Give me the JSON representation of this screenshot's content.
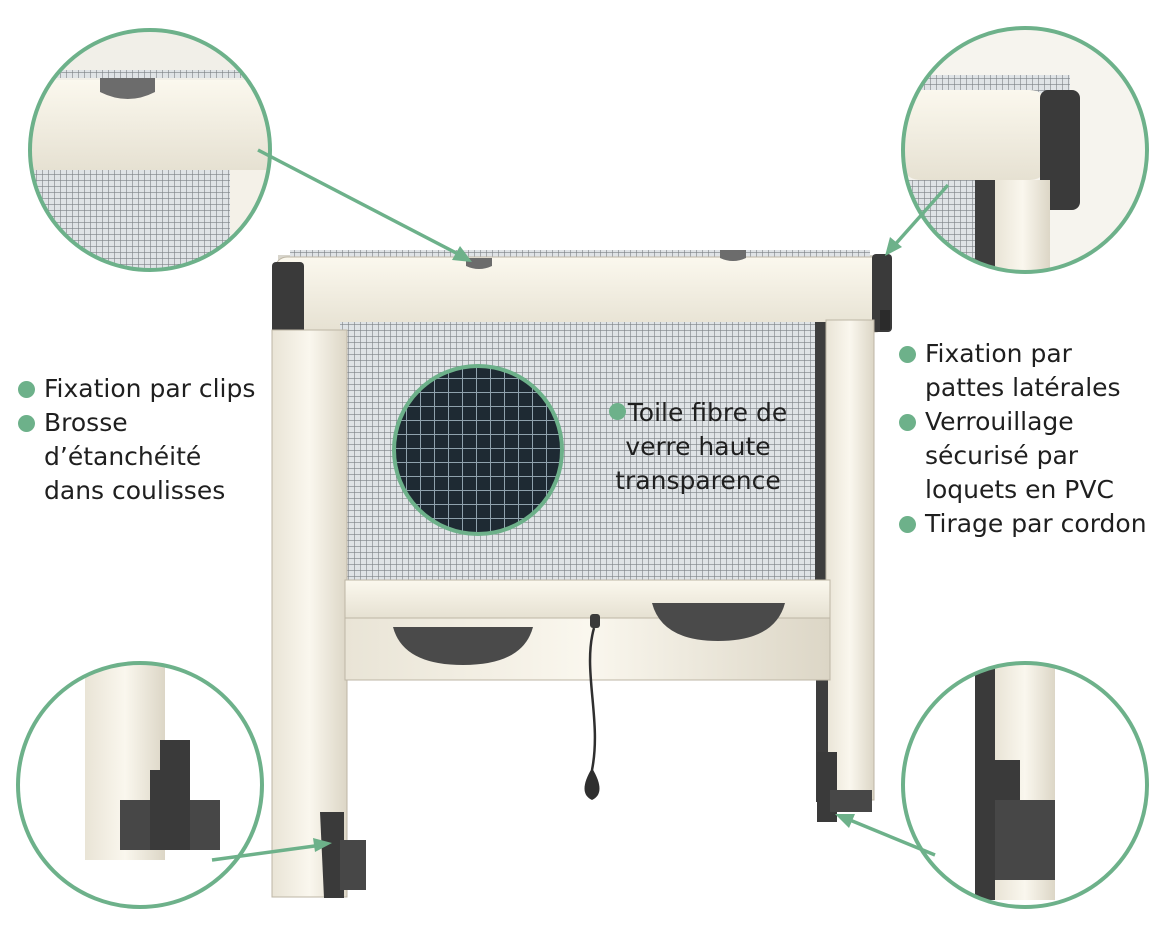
{
  "accent_color": "#6db18a",
  "left_features": [
    {
      "label": "Fixation par clips"
    },
    {
      "label": "Brosse d’étanchéité dans coulisses"
    }
  ],
  "right_features": [
    {
      "label": "Fixation par pattes latérales"
    },
    {
      "label": "Verrouillage sécurisé par loquets en PVC"
    },
    {
      "label": "Tirage par cordon"
    }
  ],
  "mesh_label": "Toile fibre de verre haute transparence",
  "icons": [
    "bullet-dot-icon",
    "callout-arrow-icon"
  ]
}
